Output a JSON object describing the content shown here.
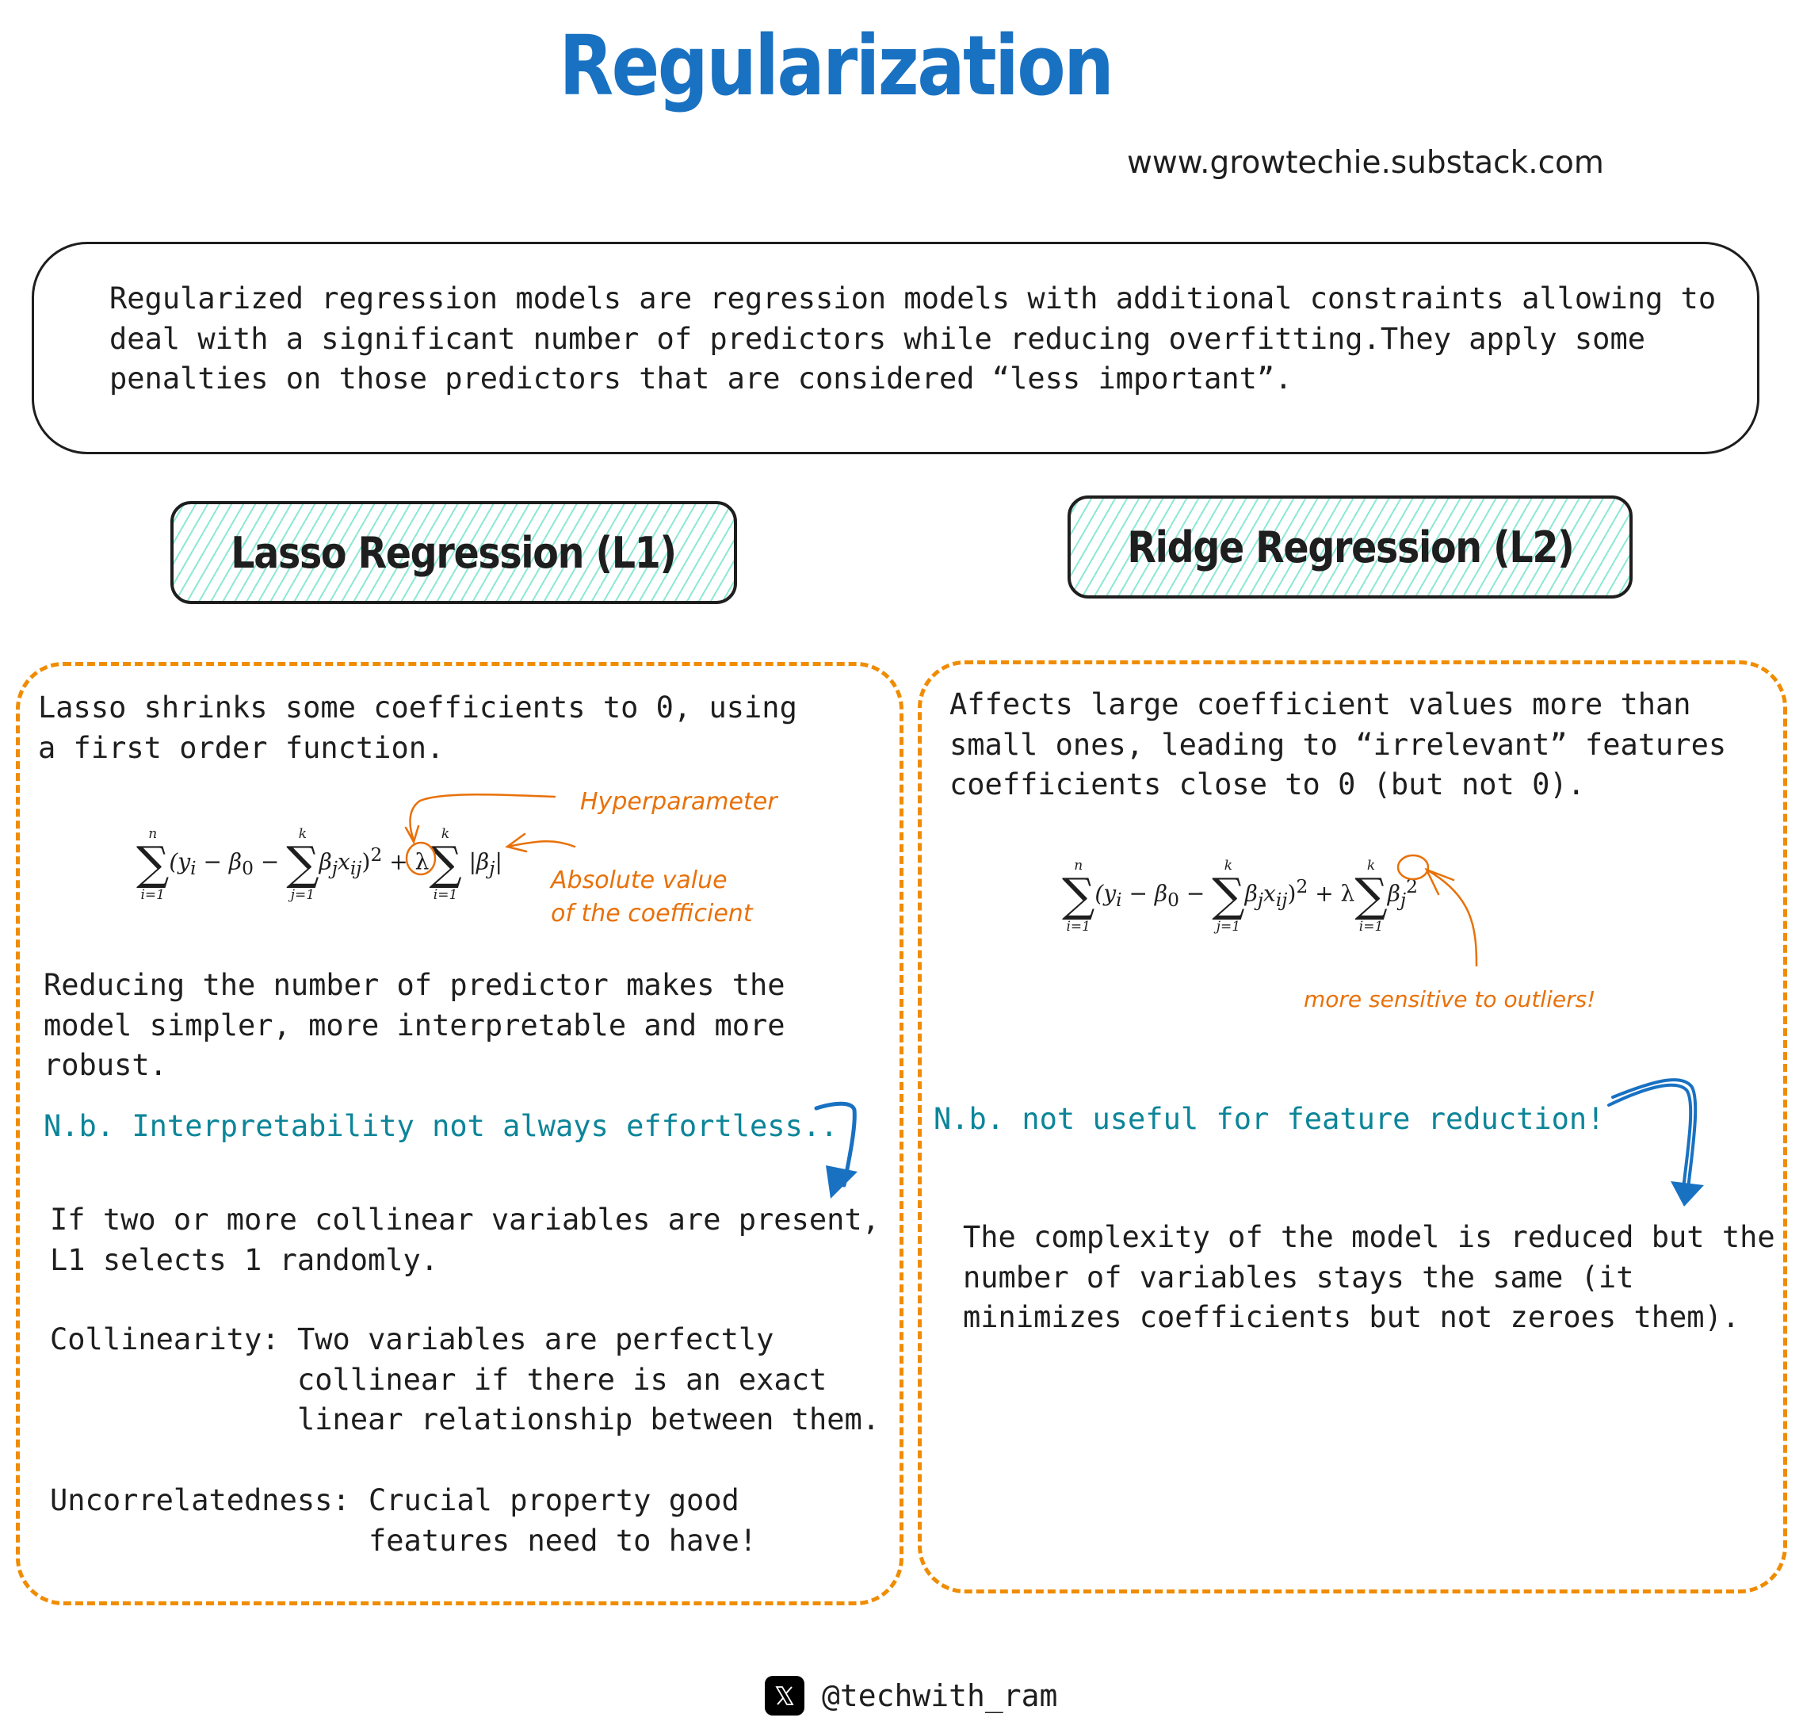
{
  "header": {
    "title": "Regularization",
    "url": "www.growtechie.substack.com"
  },
  "intro": {
    "lines": [
      "Regularized regression models are regression models with additional constraints allowing to",
      "deal with a significant number of predictors while reducing overfitting.They apply some",
      "penalties on those predictors that are considered “less important”."
    ]
  },
  "lasso": {
    "title": "Lasso Regression (L1)",
    "description_lines": [
      "Lasso shrinks some coefficients to 0, using",
      "a first order function."
    ],
    "formula": {
      "sum1_upper": "n",
      "sum1_lower": "i=1",
      "body1": "(y",
      "body1_sub": "i",
      "body2": " − β",
      "body2_sub": "0",
      "body3": " − ",
      "sum2_upper": "k",
      "sum2_lower": "j=1",
      "body4": "β",
      "body4_sub": "j",
      "body5": "x",
      "body5_sub": "ij",
      "body6": ")",
      "body6_sup": "2",
      "body7": " + ",
      "lambda": "λ",
      "sum3_upper": "k",
      "sum3_lower": "i=1",
      "penalty": "|β",
      "penalty_sub": "j",
      "penalty_end": "|"
    },
    "annotations": {
      "hyperparameter": "Hyperparameter",
      "absolute_value_line1": "Absolute value",
      "absolute_value_line2": "of the coefficient"
    },
    "benefit_lines": [
      "Reducing the number of predictor makes the",
      "model simpler, more interpretable and more",
      "robust."
    ],
    "note": "N.b. Interpretability not always effortless..",
    "collinear_lines": [
      "If two or more collinear variables are present,",
      "L1 selects 1 randomly."
    ],
    "collinearity": {
      "term": "Collinearity:",
      "definition_lines": [
        "Two variables are perfectly",
        "collinear if there is an exact",
        "linear relationship between them."
      ]
    },
    "uncorrelatedness": {
      "term": "Uncorrelatedness:",
      "definition_lines": [
        "Crucial property good",
        "features need to have!"
      ]
    }
  },
  "ridge": {
    "title": "Ridge Regression (L2)",
    "description_lines": [
      "Affects large coefficient values more than",
      "small ones, leading to “irrelevant” features",
      "coefficients close to 0 (but not 0)."
    ],
    "formula": {
      "sum1_upper": "n",
      "sum1_lower": "i=1",
      "body1": "(y",
      "body1_sub": "i",
      "body2": " − β",
      "body2_sub": "0",
      "body3": " − ",
      "sum2_upper": "k",
      "sum2_lower": "j=1",
      "body4": "β",
      "body4_sub": "j",
      "body5": "x",
      "body5_sub": "ij",
      "body6": ")",
      "body6_sup": "2",
      "body7": " + λ",
      "sum3_upper": "k",
      "sum3_lower": "i=1",
      "penalty": "β",
      "penalty_sub": "j",
      "penalty_sup": "2"
    },
    "annotations": {
      "outliers": "more sensitive to outliers!"
    },
    "note": "N.b. not useful for feature reduction!",
    "complexity_lines": [
      "The complexity of the model is reduced but the",
      "number of variables stays the same (it",
      "minimizes coefficients but not zeroes them)."
    ]
  },
  "footer": {
    "handle": "@techwith_ram",
    "icon": "x-logo-icon"
  },
  "colors": {
    "title_blue": "#1971c2",
    "dashed_orange": "#f08c00",
    "annotation_orange": "#e8710a",
    "note_teal": "#0c8599",
    "hatch_mint": "#8ce8d4",
    "arrow_blue": "#1971c2",
    "text": "#1e1e1e"
  }
}
